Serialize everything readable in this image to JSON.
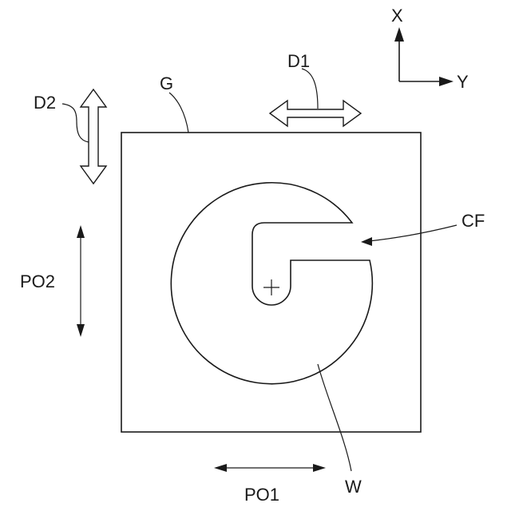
{
  "labels": {
    "x_axis": "X",
    "y_axis": "Y",
    "d1": "D1",
    "d2": "D2",
    "g": "G",
    "cf": "CF",
    "po1": "PO1",
    "po2": "PO2",
    "w": "W"
  },
  "colors": {
    "line": "#1a1a1a",
    "background": "#ffffff"
  }
}
